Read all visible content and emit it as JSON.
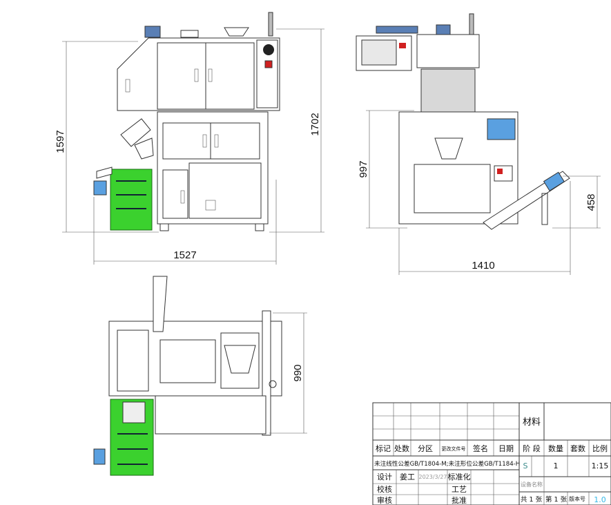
{
  "drawing": {
    "dimensions": {
      "front_height": "1597",
      "front_total_height": "1702",
      "front_width": "1527",
      "side_height": "997",
      "side_conveyor_height": "458",
      "side_width": "1410",
      "top_depth": "990"
    },
    "colors": {
      "conveyor": "#3bd12e",
      "accent_blue": "#5aa0e0",
      "stop_red": "#d02020"
    }
  },
  "title_block": {
    "header": [
      "标记",
      "处数",
      "分区",
      "更改文件号",
      "签名",
      "日期"
    ],
    "tolerance_note": "未注线性公差GB/T1804-M;未注形位公差GB/T1184-H",
    "design_label": "设计",
    "designer": "姜工",
    "design_date": "2023/3/27",
    "standardize_label": "标准化",
    "check_label": "校核",
    "process_label": "工艺",
    "review_label": "审核",
    "approve_label": "批准",
    "material_label": "材料",
    "stage_label": "阶 段",
    "quantity_label": "数量",
    "sets_label": "套数",
    "scale_label": "比例",
    "stage_value": "S",
    "quantity_value": "1",
    "scale_value": "1:15",
    "equipment_name_label": "设备名称",
    "total_sheets": "共 1 张",
    "sheet_no": "第 1 张",
    "version_label": "版本号",
    "version_value": "1.0"
  }
}
